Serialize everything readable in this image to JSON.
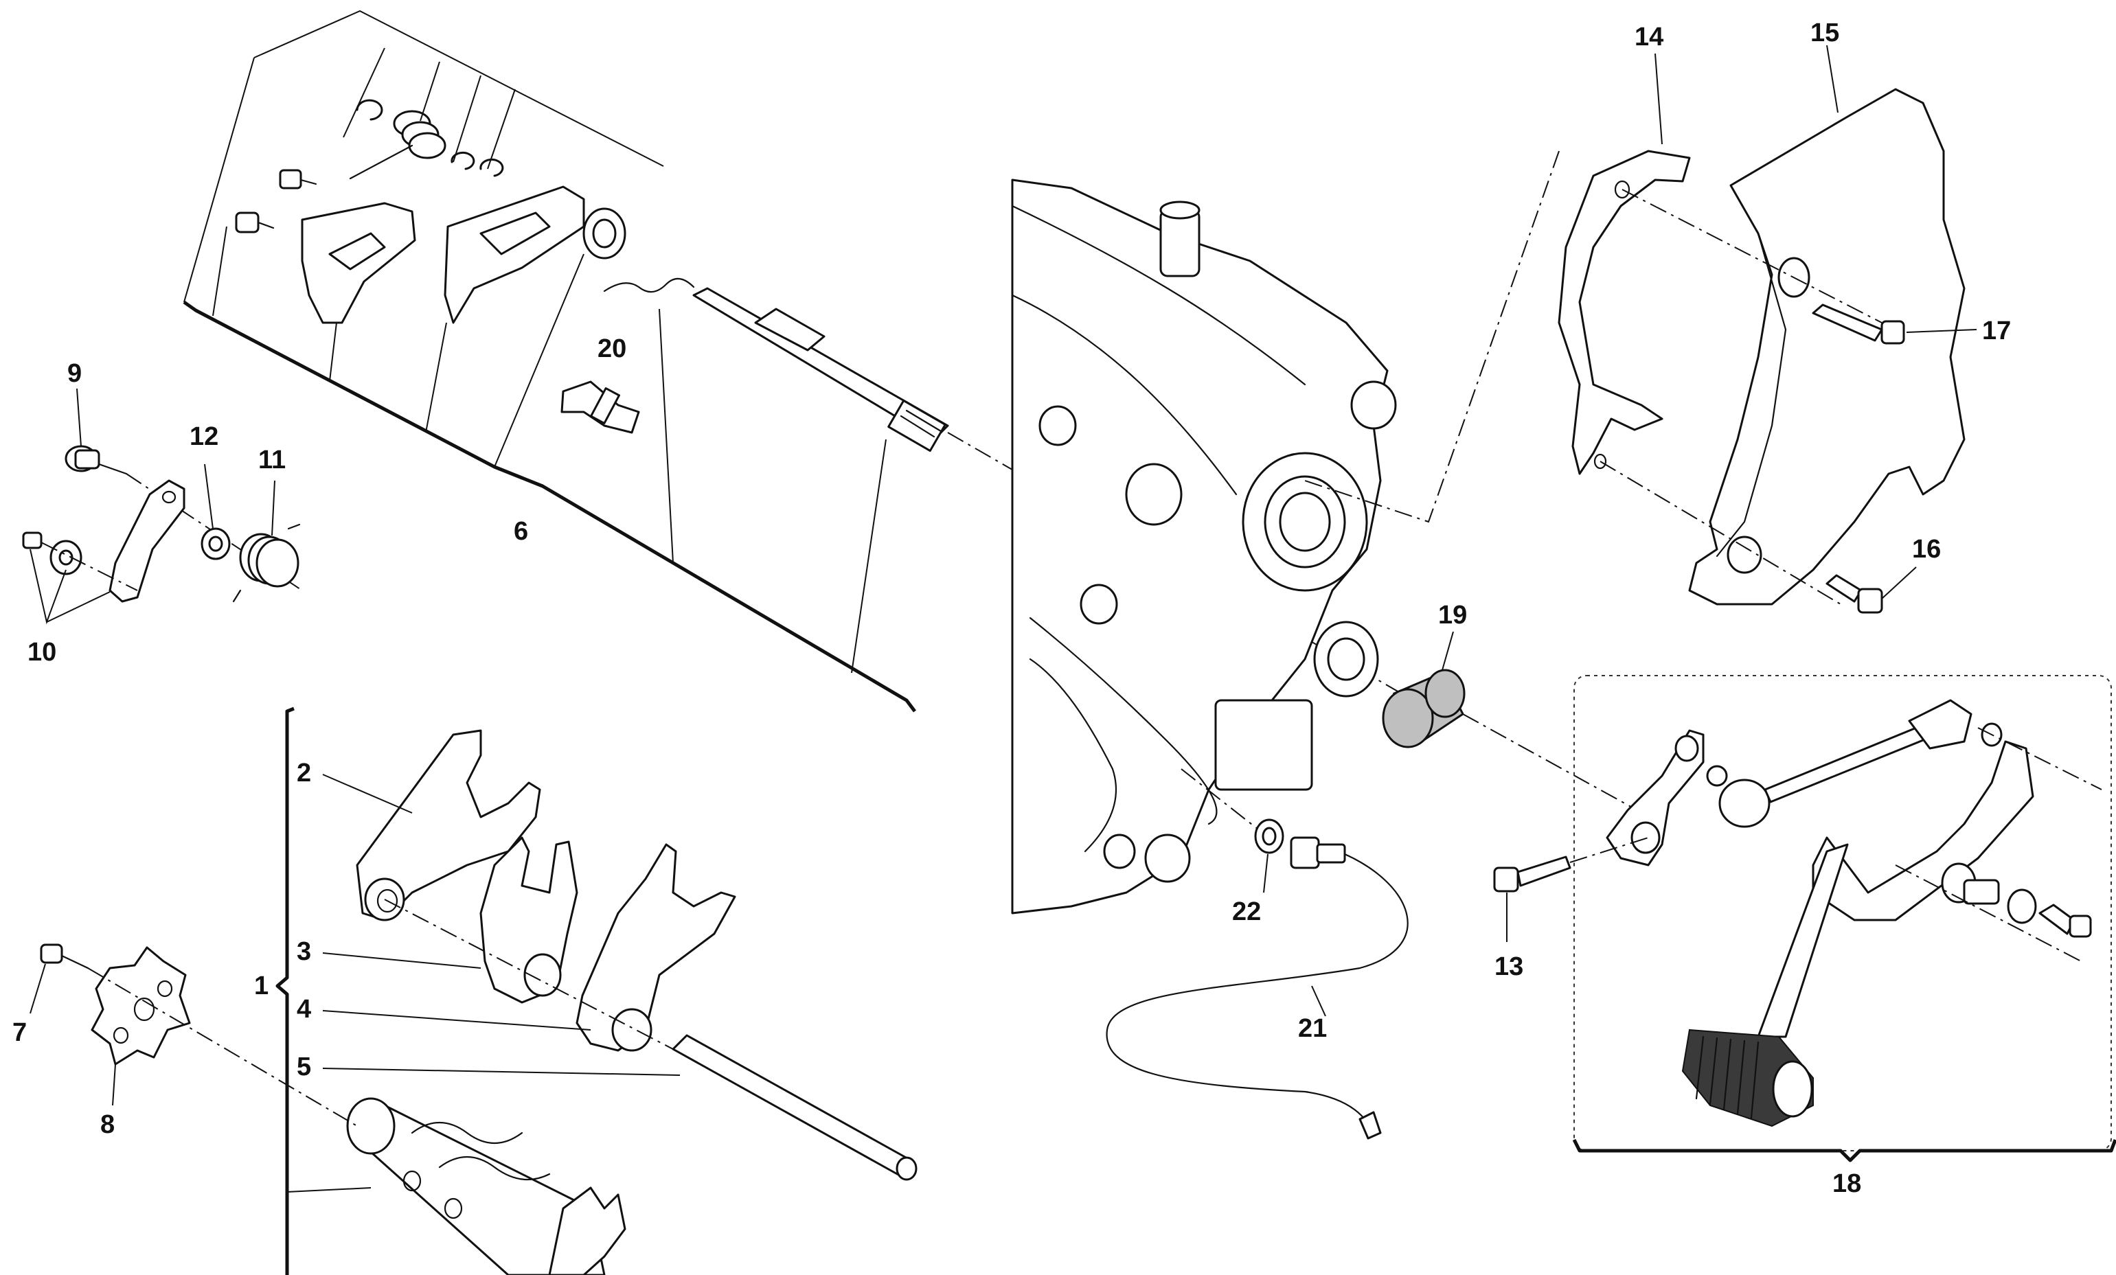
{
  "diagram": {
    "callouts": [
      "1",
      "2",
      "3",
      "4",
      "5",
      "6",
      "7",
      "8",
      "9",
      "10",
      "11",
      "12",
      "13",
      "14",
      "15",
      "16",
      "17",
      "18",
      "19",
      "20",
      "21",
      "22"
    ]
  },
  "colors": {
    "line": "#111111",
    "background": "#ffffff",
    "shaded_part": "#bfbfbf",
    "grip_rubber": "#3a3a3a"
  }
}
